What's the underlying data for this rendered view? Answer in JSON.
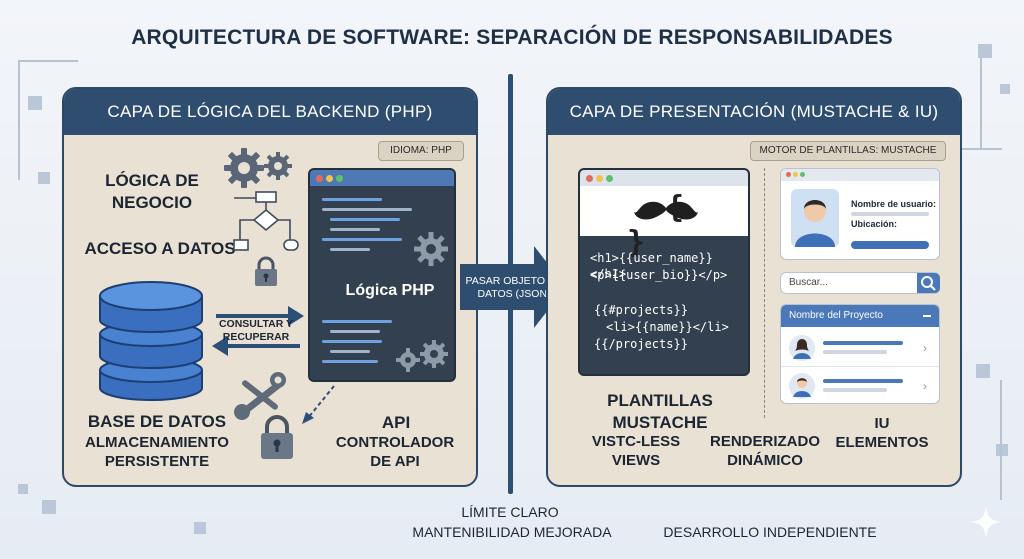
{
  "title": "ARQUITECTURA DE SOFTWARE: SEPARACIÓN DE RESPONSABILIDADES",
  "backend": {
    "header": "CAPA DE LÓGICA DEL BACKEND (PHP)",
    "language_chip": "IDIOMA: PHP",
    "business_logic": "LÓGICA DE NEGOCIO",
    "data_access": "ACCESO A DATOS",
    "query_arrow": "CONSULTAR Y RECUPERAR",
    "php_logic": "Lógica PHP",
    "database": "BASE DE DATOS",
    "storage": "ALMACENAMIENTO PERSISTENTE",
    "api": "API",
    "api_controller": "CONTROLADOR DE API"
  },
  "pass_arrow": "PASAR OBJETO DE DATOS (JSON)",
  "frontend": {
    "header": "CAPA DE PRESENTACIÓN (MUSTACHE & IU)",
    "engine_chip": "MOTOR DE PLANTILLAS: MUSTACHE",
    "mustache_symbol": "{ }",
    "code": {
      "line1": "<h1>{{user_name}}</h1>",
      "line2": "<p>{{user_bio}}</p>",
      "line3": "{{#projects}}",
      "line4": "<li>{{name}}</li>",
      "line5": "{{/projects}}"
    },
    "profile": {
      "username_label": "Nombre de usuario:",
      "location_label": "Ubicación:"
    },
    "search_placeholder": "Buscar...",
    "project_list_title": "Nombre del Proyecto",
    "templates": "PLANTILLAS MUSTACHE",
    "logicless": "VISTC-LESS VIEWS",
    "rendering": "RENDERIZADO DINÁMICO",
    "ui_elements": "IU ELEMENTOS"
  },
  "footer": {
    "boundary": "LÍMITE CLARO",
    "maintainability": "MANTENIBILIDAD MEJORADA",
    "independent": "DESARROLLO INDEPENDIENTE"
  },
  "colors": {
    "panel_header": "#2f4d6f",
    "panel_body": "#e9e1d3",
    "accent_blue": "#3f6fb6",
    "divider": "#2c4f78"
  }
}
